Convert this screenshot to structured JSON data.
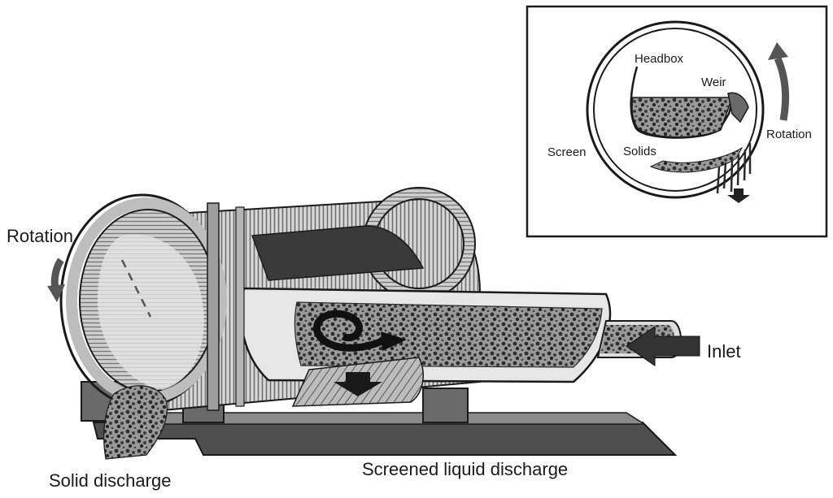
{
  "main_labels": {
    "rotation": "Rotation",
    "inlet": "Inlet",
    "solid_discharge": "Solid discharge",
    "screened_liquid_discharge": "Screened liquid discharge"
  },
  "inset_labels": {
    "headbox": "Headbox",
    "weir": "Weir",
    "rotation": "Rotation",
    "screen": "Screen",
    "solids": "Solids"
  },
  "colors": {
    "line": "#1a1a1a",
    "arrow": "#555555",
    "screen_mesh": "#7a7a7a",
    "solids": "#3a3a3a",
    "light_fill": "#e8e8e8",
    "mid_fill": "#bdbdbd",
    "dark_fill": "#4a4a4a"
  }
}
